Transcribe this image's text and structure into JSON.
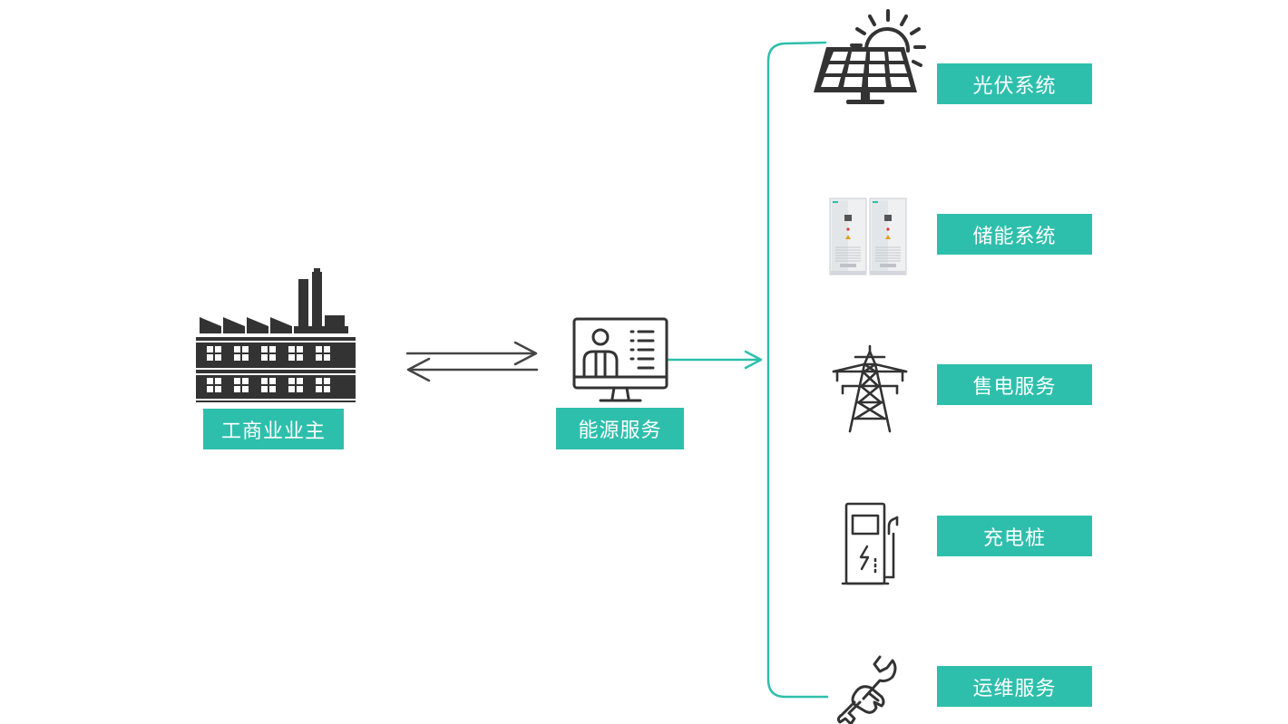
{
  "colors": {
    "accent": "#2ebfac",
    "icon": "#333333",
    "cabinet": "#e9ebee",
    "arrow": "#444444"
  },
  "nodes": {
    "owner": {
      "label": "工商业业主",
      "icon": "factory-icon"
    },
    "energy_service": {
      "label": "能源服务",
      "icon": "monitor-person-icon"
    },
    "pv": {
      "label": "光伏系统",
      "icon": "solar-panel-icon"
    },
    "storage": {
      "label": "储能系统",
      "icon": "storage-cabinet-icon"
    },
    "power_sales": {
      "label": "售电服务",
      "icon": "transmission-tower-icon"
    },
    "charging": {
      "label": "充电桩",
      "icon": "charging-pile-icon"
    },
    "om": {
      "label": "运维服务",
      "icon": "wrench-hand-icon"
    }
  },
  "edges": [
    {
      "from": "owner",
      "to": "energy_service",
      "type": "bidirectional"
    },
    {
      "from": "energy_service",
      "to": [
        "pv",
        "storage",
        "power_sales",
        "charging",
        "om"
      ],
      "type": "bracket"
    }
  ]
}
